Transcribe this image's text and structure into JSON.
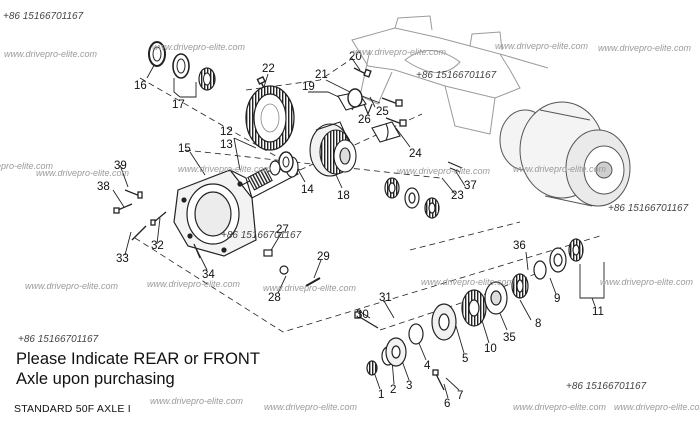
{
  "note": {
    "line1": "Please Indicate REAR or FRONT",
    "line2": "Axle upon purchasing"
  },
  "footer": "STANDARD 50F AXLE I",
  "watermark_text": "www.drivepro-elite.com",
  "phone_text": "+86 15166701167",
  "callouts": [
    "1",
    "2",
    "3",
    "4",
    "5",
    "6",
    "7",
    "8",
    "9",
    "10",
    "11",
    "12",
    "13",
    "14",
    "15",
    "16",
    "17",
    "18",
    "19",
    "20",
    "21",
    "22",
    "23",
    "24",
    "25",
    "26",
    "27",
    "28",
    "29",
    "30",
    "31",
    "32",
    "33",
    "34",
    "35",
    "36",
    "37",
    "38",
    "39"
  ],
  "colors": {
    "line": "#222222",
    "ghost": "#9b9b9b",
    "watermark": "#9a9a9a"
  }
}
